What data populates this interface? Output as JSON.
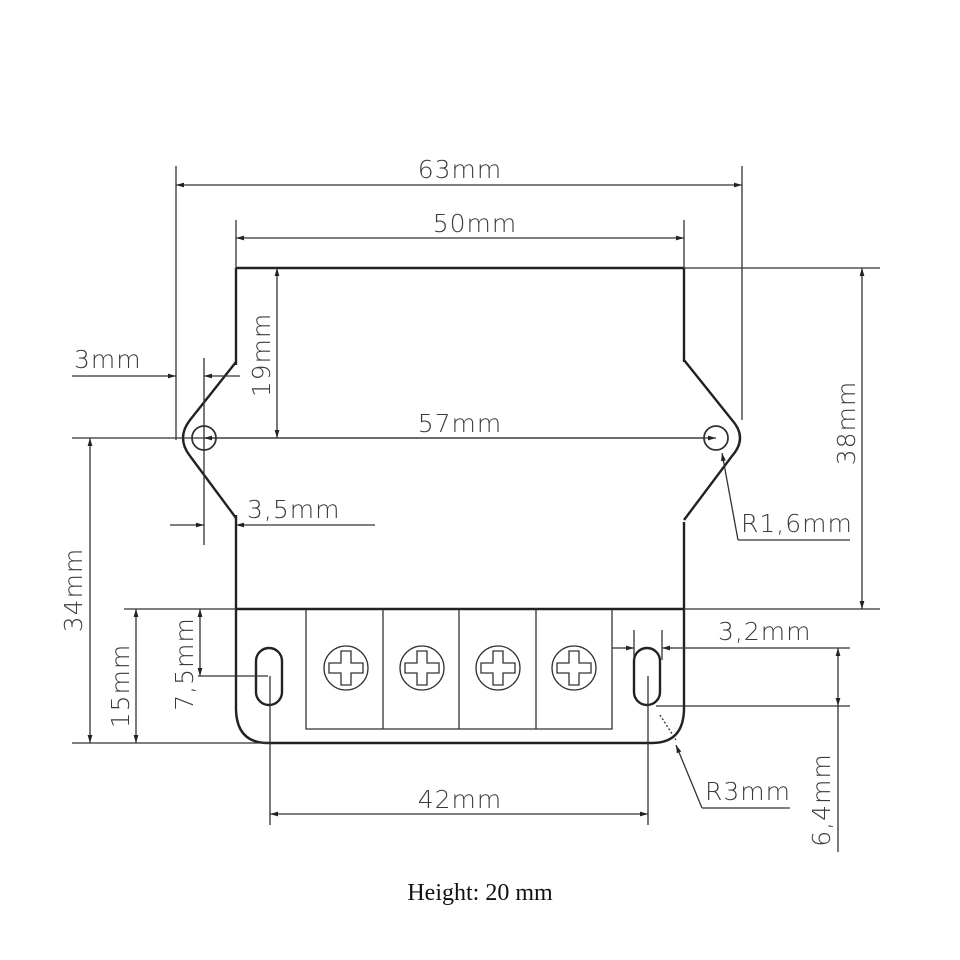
{
  "drawing": {
    "title": "DC converter module dimension drawing",
    "stroke_color": "#222222",
    "background": "#ffffff",
    "dimensions": {
      "overall_width": "63mm",
      "body_width": "50mm",
      "mount_hole_spacing": "57mm",
      "ear_offset": "3mm",
      "ear_hole_to_top": "19mm",
      "ear_hole_to_body": "3,5mm",
      "mount_hole_radius": "R1,6mm",
      "body_height": "38mm",
      "hole_to_bottom": "34mm",
      "terminal_strip_height": "15mm",
      "slot_center_from_strip_top": "7,5mm",
      "slot_width": "3,2mm",
      "slot_length": "6,4mm",
      "slot_spacing": "42mm",
      "corner_radius": "R3mm"
    },
    "terminal_count": 4,
    "terminal_icon": "phillips-screw-icon"
  },
  "caption": {
    "text": "Height: 20 mm"
  }
}
